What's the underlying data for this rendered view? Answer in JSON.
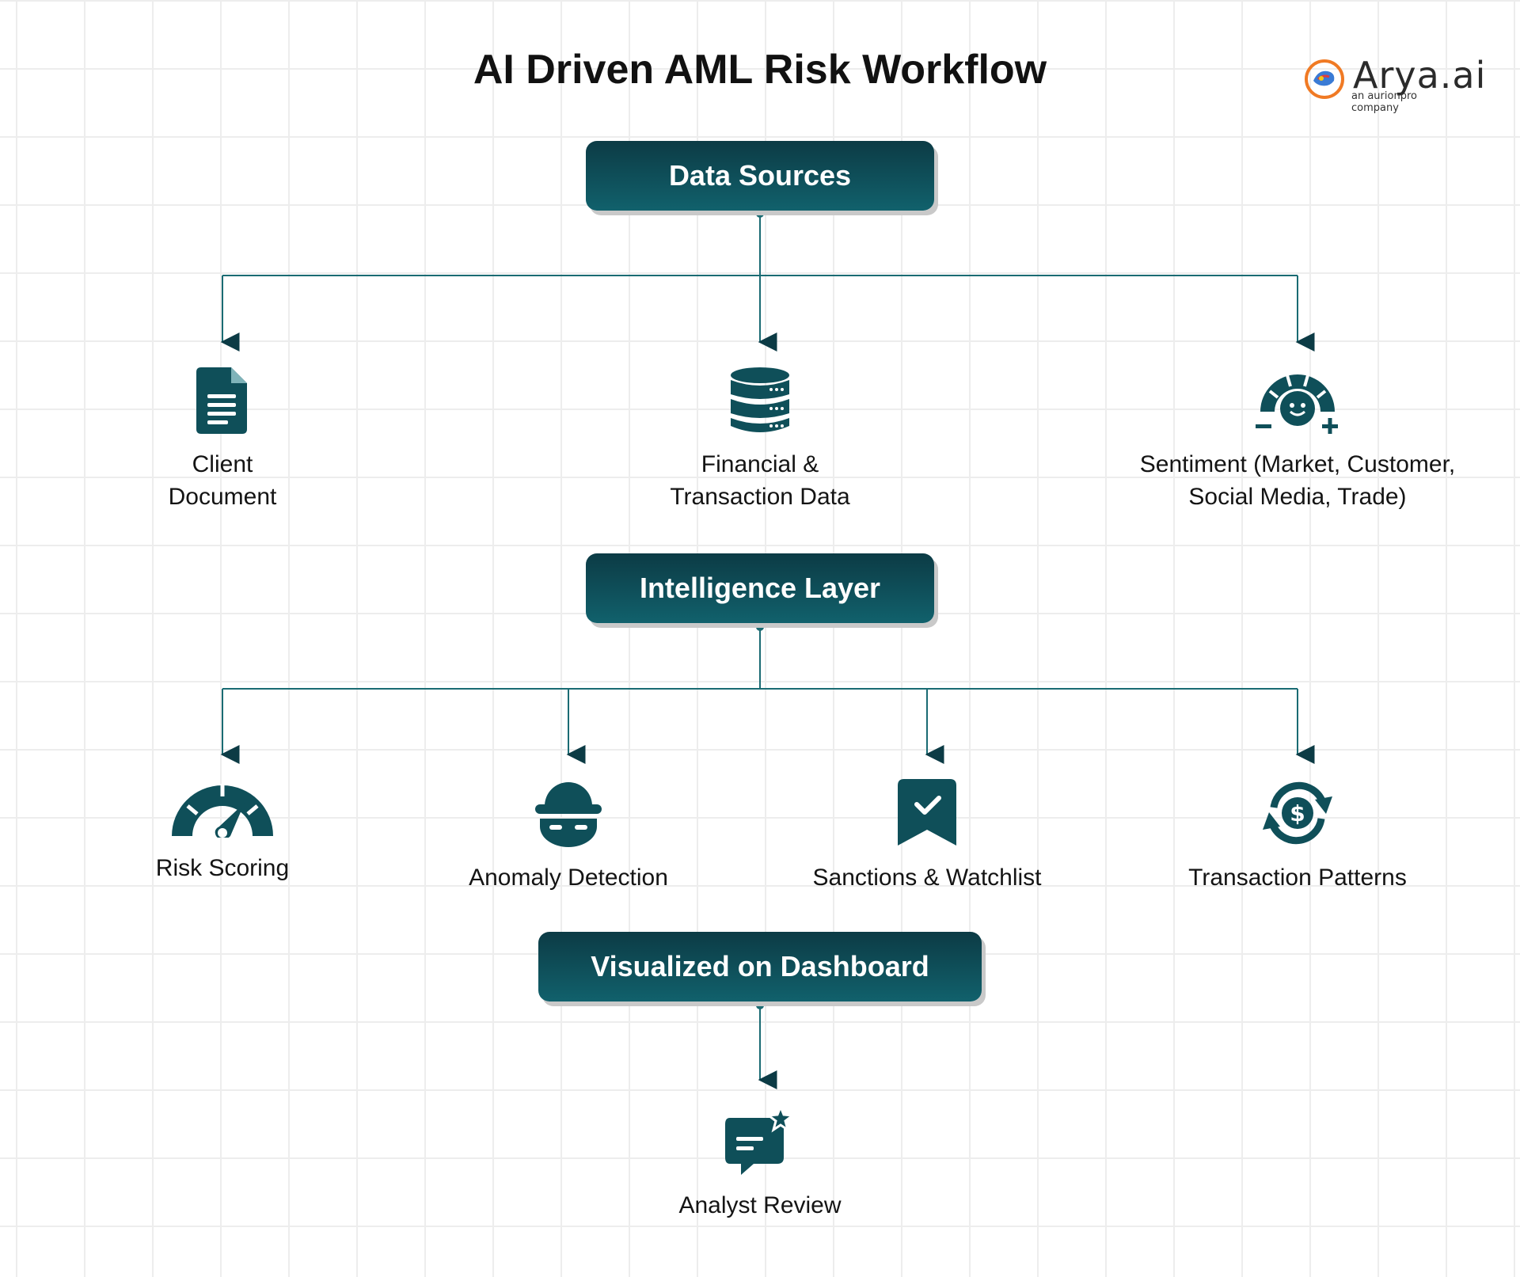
{
  "title": "AI Driven AML Risk Workflow",
  "logo": {
    "name": "Arya.ai",
    "tagline": "an aurionpro company"
  },
  "stages": {
    "data_sources": {
      "label": "Data Sources",
      "items": [
        {
          "label_line1": "Client",
          "label_line2": "Document",
          "icon": "document-icon"
        },
        {
          "label_line1": "Financial &",
          "label_line2": "Transaction Data",
          "icon": "database-icon"
        },
        {
          "label_line1": "Sentiment (Market, Customer,",
          "label_line2": "Social Media, Trade)",
          "icon": "sentiment-gauge-icon"
        }
      ]
    },
    "intelligence_layer": {
      "label": "Intelligence Layer",
      "items": [
        {
          "label": "Risk Scoring",
          "icon": "speedometer-icon"
        },
        {
          "label": "Anomaly Detection",
          "icon": "masked-bandit-icon"
        },
        {
          "label": "Sanctions & Watchlist",
          "icon": "checked-ribbon-icon"
        },
        {
          "label": "Transaction Patterns",
          "icon": "dollar-cycle-icon"
        }
      ]
    },
    "dashboard": {
      "label": "Visualized on Dashboard",
      "items": [
        {
          "label": "Analyst Review",
          "icon": "chat-star-icon"
        }
      ]
    }
  },
  "colors": {
    "box_dark": "#0c3b45",
    "box_light": "#11616c",
    "line": "#1a6b73",
    "icon": "#0f4f59"
  }
}
